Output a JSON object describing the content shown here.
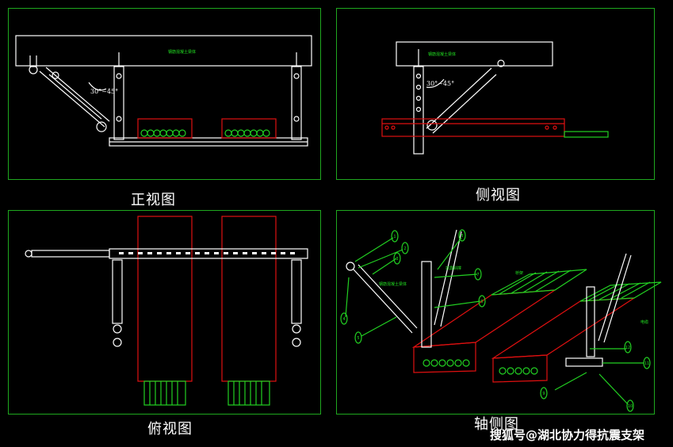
{
  "views": {
    "front": {
      "caption": "正视图",
      "beam_label": "钢筋混凝土梁体",
      "angle_label": "30°~45°"
    },
    "side": {
      "caption": "侧视图",
      "beam_label": "钢筋混凝土梁体",
      "angle_label": "30°~45°"
    },
    "top": {
      "caption": "俯视图"
    },
    "axo": {
      "caption": "轴侧图",
      "labels": {
        "anchor": "钢筋混凝土梁体",
        "bracket": "抗震斜撑",
        "tray": "桥架",
        "cable": "电缆"
      },
      "callouts": [
        "1",
        "2",
        "3",
        "4",
        "5",
        "6",
        "7",
        "8",
        "9",
        "10",
        "11",
        "12"
      ]
    }
  },
  "watermark": "搜狐号@湖北协力得抗震支架",
  "colors": {
    "frame": "#1fa81f",
    "tray": "#e01010",
    "cable": "#22d022",
    "steel": "#ffffff"
  }
}
